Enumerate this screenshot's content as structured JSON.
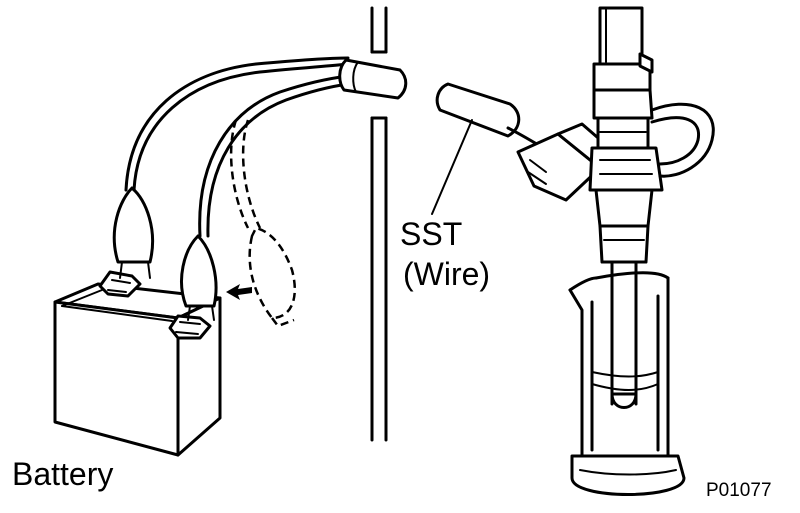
{
  "labels": {
    "battery": "Battery",
    "sst": "SST",
    "wire": "(Wire)",
    "figure_code": "P01077"
  },
  "colors": {
    "ink": "#000000",
    "paper": "#ffffff"
  }
}
